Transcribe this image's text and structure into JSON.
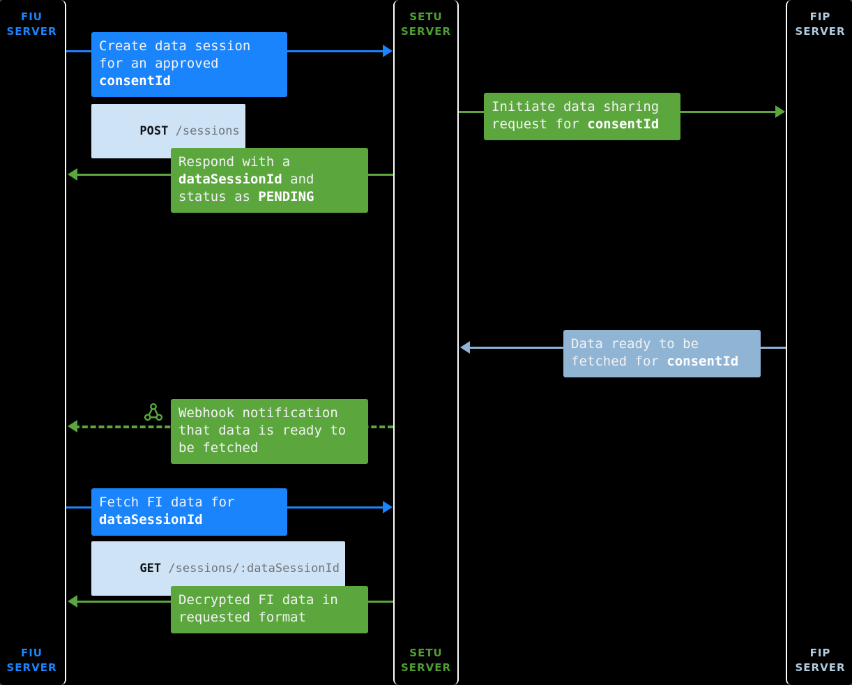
{
  "diagram": {
    "type": "sequence-diagram",
    "background": "#000000",
    "colors": {
      "fiu_blue": "#1a84fc",
      "setu_green": "#5ba73e",
      "fip_steel": "#8fb4d4",
      "endpoint_bg": "#cfe3f7",
      "lifeline_border": "#ffffff"
    }
  },
  "lifelines": [
    {
      "id": "fiu",
      "label": "FIU\nSERVER",
      "color": "#1a84fc"
    },
    {
      "id": "setu",
      "label": "SETU\nSERVER",
      "color": "#4f9e33"
    },
    {
      "id": "fip",
      "label": "FIP\nSERVER",
      "color": "#b0cade"
    }
  ],
  "messages": [
    {
      "id": "create-session",
      "from": "fiu",
      "to": "setu",
      "direction": "right",
      "style": "solid",
      "color": "#1a84fc",
      "text_plain": "Create data session for an approved consentId",
      "text_html": "Create data session\nfor an approved\n<b>consentId</b>",
      "endpoint": {
        "method": "POST",
        "path": "/sessions"
      }
    },
    {
      "id": "initiate-sharing",
      "from": "setu",
      "to": "fip",
      "direction": "right",
      "style": "solid",
      "color": "#5ba73e",
      "text_plain": "Initiate data sharing request for consentId",
      "text_html": "Initiate data sharing\nrequest for <b>consentId</b>",
      "endpoint": null
    },
    {
      "id": "respond-datasessionid",
      "from": "setu",
      "to": "fiu",
      "direction": "left",
      "style": "solid",
      "color": "#5ba73e",
      "text_plain": "Respond with a dataSessionId and status as PENDING",
      "text_html": "Respond with a\n<b>dataSessionId</b> and\nstatus as <b>PENDING</b>",
      "endpoint": null
    },
    {
      "id": "data-ready",
      "from": "fip",
      "to": "setu",
      "direction": "left",
      "style": "solid",
      "color": "#8fb4d4",
      "text_plain": "Data ready to be fetched for consentId",
      "text_html": "Data ready to be\nfetched for <b>consentId</b>",
      "endpoint": null
    },
    {
      "id": "webhook-notification",
      "from": "setu",
      "to": "fiu",
      "direction": "left",
      "style": "dashed",
      "color": "#5ba73e",
      "icon": "webhook-icon",
      "text_plain": "Webhook notification that data is ready to be fetched",
      "text_html": "Webhook notification\nthat data is ready to\nbe fetched",
      "endpoint": null
    },
    {
      "id": "fetch-fi-data",
      "from": "fiu",
      "to": "setu",
      "direction": "right",
      "style": "solid",
      "color": "#1a84fc",
      "text_plain": "Fetch FI data for dataSessionId",
      "text_html": "Fetch FI data for\n<b>dataSessionId</b>",
      "endpoint": {
        "method": "GET",
        "path": "/sessions/:dataSessionId"
      }
    },
    {
      "id": "decrypted-fi-data",
      "from": "setu",
      "to": "fiu",
      "direction": "left",
      "style": "solid",
      "color": "#5ba73e",
      "text_plain": "Decrypted FI data in requested format",
      "text_html": "Decrypted FI data in\nrequested format",
      "endpoint": null
    }
  ]
}
